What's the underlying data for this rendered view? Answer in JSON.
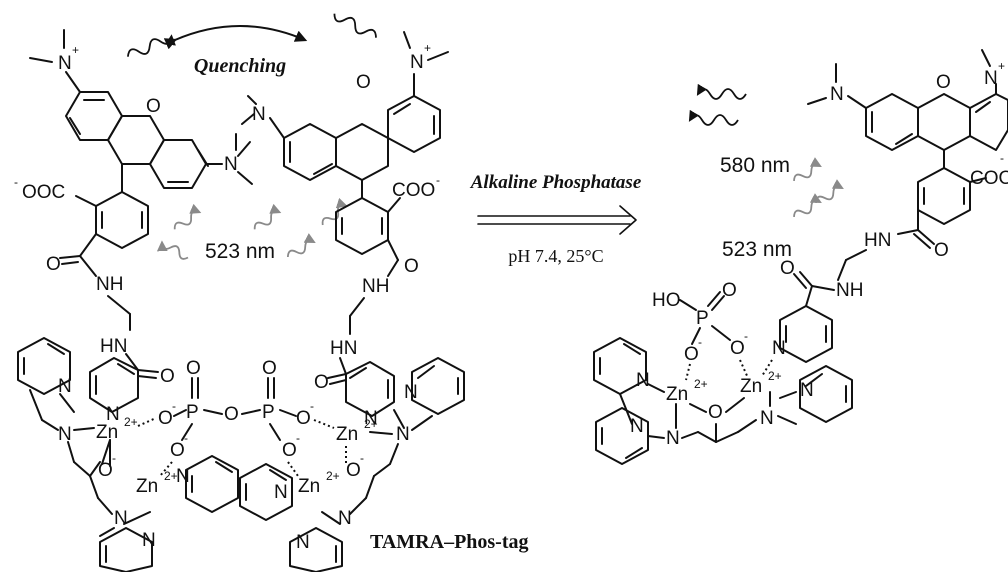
{
  "labels": {
    "quenching": "Quenching",
    "excitation_left": "523 nm",
    "enzyme": "Alkaline Phosphatase",
    "conditions": "pH 7.4, 25°C",
    "emission_right": "580 nm",
    "excitation_right": "523 nm",
    "compound_name": "TAMRA–Phos-tag"
  },
  "atoms": {
    "n_plus": "N",
    "n": "N",
    "o": "O",
    "nh": "NH",
    "hn": "HN",
    "p": "P",
    "ho": "HO",
    "zn": "Zn",
    "coo_right": "COO",
    "coo_left": "OOC",
    "charge_plus": "+",
    "charge_minus": "-",
    "zn_charge": "2+"
  },
  "colors": {
    "ink": "#111111",
    "wave_excitation": "#8a8a8a",
    "wave_emission": "#111111"
  }
}
